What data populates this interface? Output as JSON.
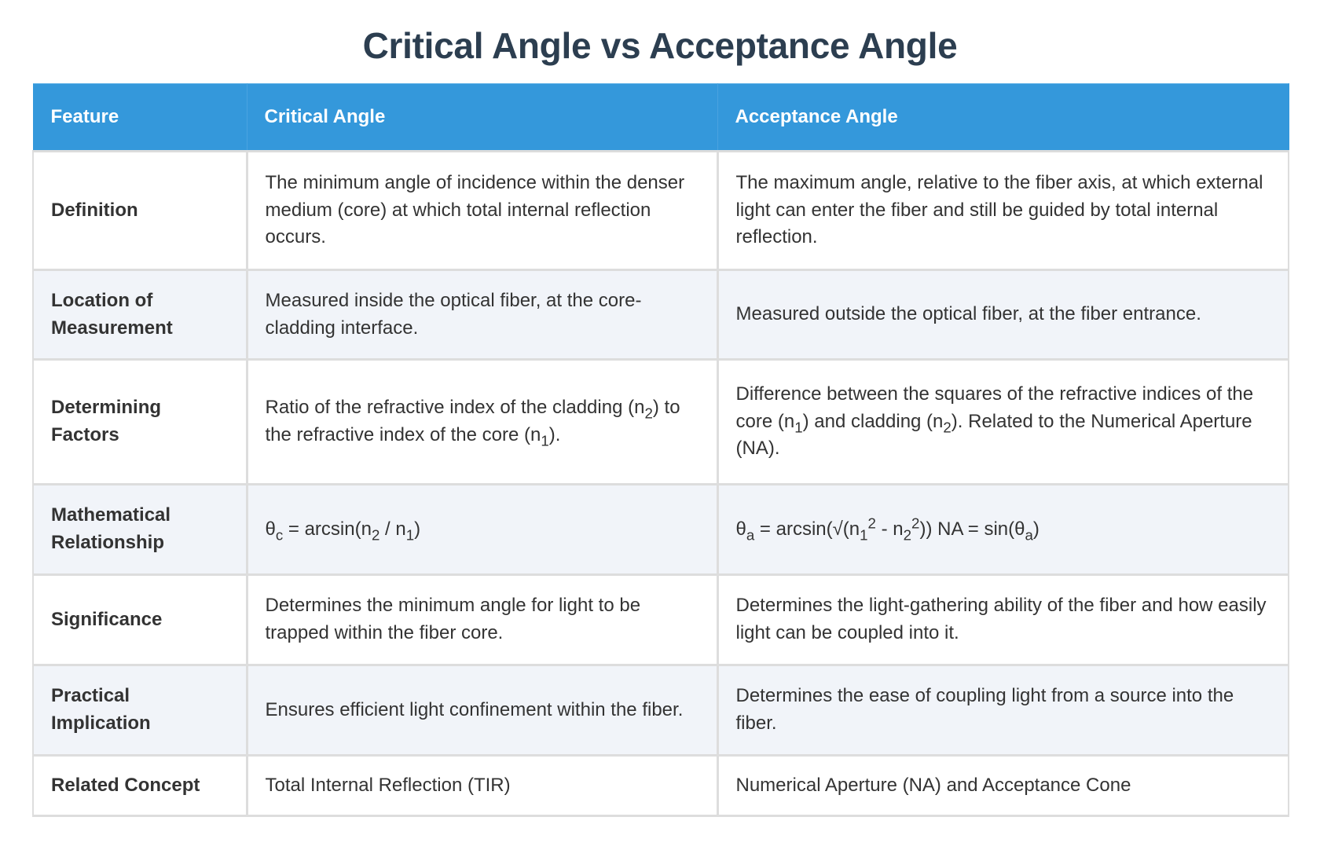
{
  "page": {
    "title": "Critical Angle vs Acceptance Angle"
  },
  "colors": {
    "title": "#2c3e50",
    "header_bg": "#3498db",
    "header_text": "#ffffff",
    "body_text": "#333333",
    "alt_row_bg": "#f1f4f9",
    "border": "#dddddd"
  },
  "table": {
    "headers": [
      "Feature",
      "Critical Angle",
      "Acceptance Angle"
    ],
    "rows": [
      {
        "feature": "Definition",
        "critical": "The minimum angle of incidence within the denser medium (core) at which total internal reflection occurs.",
        "acceptance": "The maximum angle, relative to the fiber axis, at which external light can enter the fiber and still be guided by total internal reflection."
      },
      {
        "feature": "Location of Measurement",
        "critical": "Measured inside the optical fiber, at the core-cladding interface.",
        "acceptance": "Measured outside the optical fiber, at the fiber entrance."
      },
      {
        "feature": "Determining Factors",
        "critical": {
          "p1": "Ratio of the refractive index of the cladding (n",
          "s1": "2",
          "p2": ") to the refractive index of the core (n",
          "s2": "1",
          "p3": ")."
        },
        "acceptance": {
          "p1": "Difference between the squares of the refractive indices of the core (n",
          "s1": "1",
          "p2": ") and cladding (n",
          "s2": "2",
          "p3": "). Related to the Numerical Aperture (NA)."
        }
      },
      {
        "feature": "Mathematical Relationship",
        "critical": {
          "theta": "θ",
          "theta_sub": "c",
          "p1": " = arcsin(n",
          "s1": "2",
          "p2": " / n",
          "s2": "1",
          "p3": ")"
        },
        "acceptance": {
          "theta": "θ",
          "theta_sub": "a",
          "p1": " = arcsin(√(n",
          "s1": "1",
          "sup1": "2",
          "p2": " - n",
          "s2": "2",
          "sup2": "2",
          "p3": ")) NA = sin(θ",
          "s3": "a",
          "p4": ")"
        }
      },
      {
        "feature": "Significance",
        "critical": "Determines the minimum angle for light to be trapped within the fiber core.",
        "acceptance": "Determines the light-gathering ability of the fiber and how easily light can be coupled into it."
      },
      {
        "feature": "Practical Implication",
        "critical": "Ensures efficient light confinement within the fiber.",
        "acceptance": "Determines the ease of coupling light from a source into the fiber."
      },
      {
        "feature": "Related Concept",
        "critical": "Total Internal Reflection (TIR)",
        "acceptance": "Numerical Aperture (NA) and Acceptance Cone"
      }
    ]
  }
}
